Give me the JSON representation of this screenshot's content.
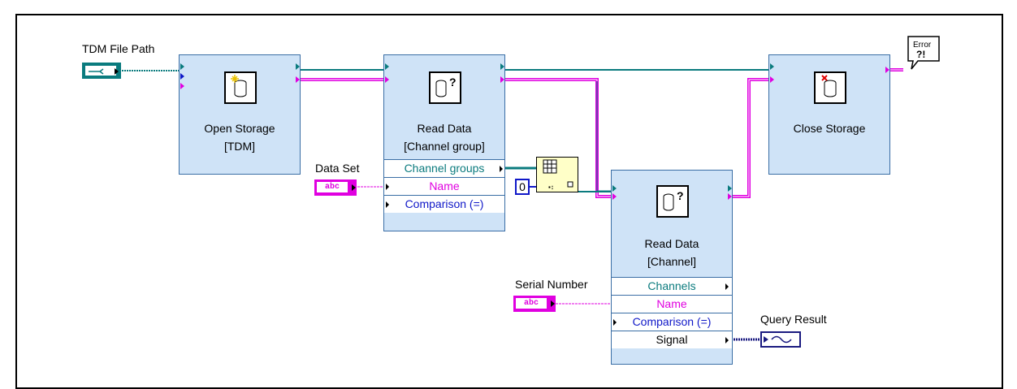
{
  "controls": {
    "tdm_file_path": {
      "label": "TDM File Path"
    },
    "data_set": {
      "label": "Data Set"
    },
    "serial_number": {
      "label": "Serial Number"
    },
    "query_result": {
      "label": "Query Result"
    },
    "index_constant": {
      "value": "0"
    },
    "error_indicator": {
      "text": "Error"
    }
  },
  "nodes": {
    "open_storage": {
      "title_line1": "Open Storage",
      "title_line2": "[TDM]"
    },
    "read_group": {
      "title_line1": "Read Data",
      "title_line2": "[Channel group]",
      "props": [
        "Channel groups",
        "Name",
        "Comparison (=)"
      ]
    },
    "read_channel": {
      "title_line1": "Read Data",
      "title_line2": "[Channel]",
      "props": [
        "Channels",
        "Name",
        "Comparison (=)",
        "Signal"
      ]
    },
    "close_storage": {
      "title_line1": "Close Storage"
    }
  },
  "colors": {
    "path_wire": "#007a7e",
    "error_wire": "#e000e0",
    "refnum_wire": "#007a7e",
    "string_wire": "#e000e0",
    "signal_wire": "#1a1a80",
    "node_fill": "#cfe3f7",
    "node_border": "#3a6ea5"
  }
}
